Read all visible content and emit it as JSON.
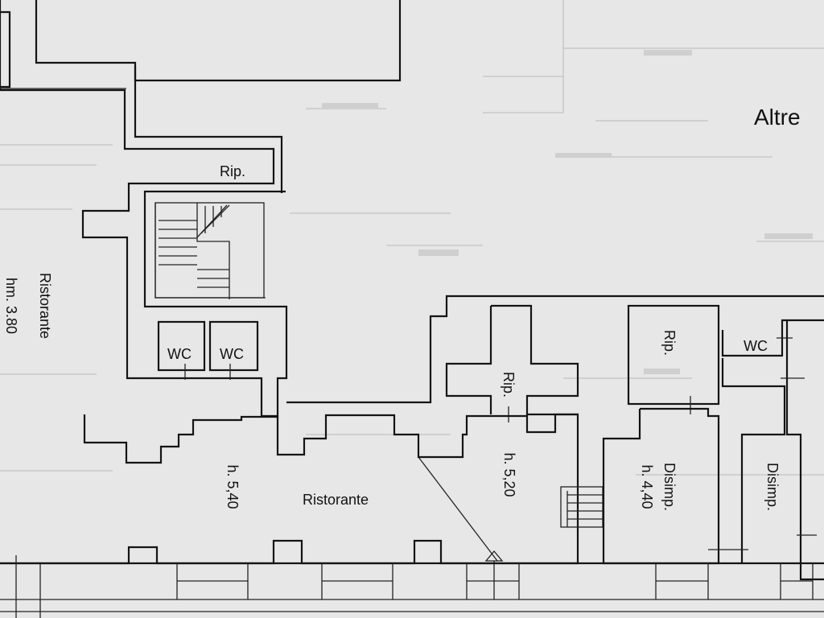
{
  "header": {
    "title": "Altre"
  },
  "rooms": {
    "ristorante_left": "Ristorante",
    "height_left": "hm. 3.80",
    "rip_top": "Rip.",
    "wc_1": "WC",
    "wc_2": "WC",
    "rip_center": "Rip.",
    "rip_right": "Rip.",
    "wc_right": "WC",
    "height_main": "h. 5,40",
    "ristorante_main": "Ristorante",
    "height_mid": "h. 5,20",
    "disimp_1": "Disimp.",
    "height_disimp": "h. 4,40",
    "disimp_2": "Disimp."
  }
}
